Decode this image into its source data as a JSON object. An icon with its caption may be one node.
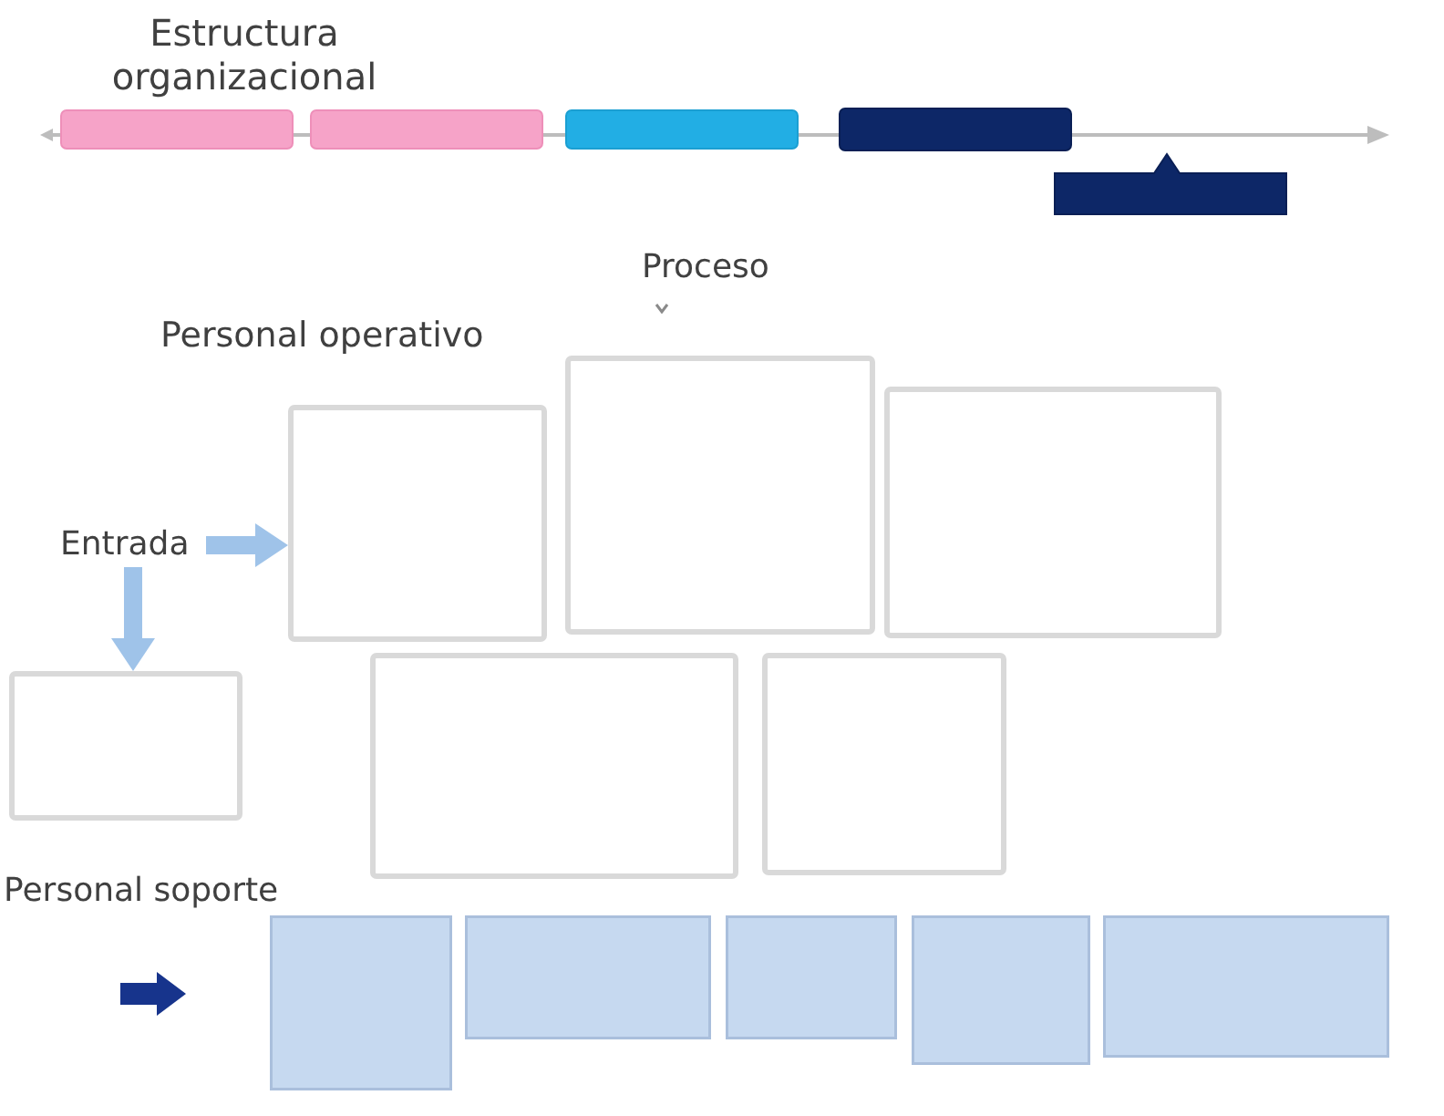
{
  "diagram": {
    "title": "Estructura organizacional",
    "nodes": [
      {
        "text": [],
        "shape": "box"
      },
      {
        "text": [],
        "shape": "box"
      },
      {
        "text": [],
        "shape": "box"
      },
      {
        "text": [],
        "shape": "box"
      },
      {
        "text": [],
        "shape": "box"
      },
      {
        "text": [],
        "shape": "box"
      },
      {
        "text": [],
        "shape": "box"
      },
      {
        "text": [],
        "shape": "box"
      },
      {
        "text": [
          "Entrada"
        ]
      },
      {
        "text": [],
        "shape": "box"
      },
      {
        "text": [],
        "shape": "box"
      },
      {
        "text": [],
        "shape": "box"
      },
      {
        "text": [],
        "shape": "box"
      },
      {
        "text": [],
        "shape": "box"
      },
      {
        "text": [],
        "shape": "box"
      },
      {
        "text": [],
        "shape": "box"
      },
      {
        "text": [],
        "shape": "box"
      }
    ],
    "edges": [
      {
        "from": 8,
        "to": 5,
        "arrow": "to"
      },
      {
        "from": 8,
        "to": 9,
        "arrow": "to"
      }
    ],
    "labels": [
      "Proceso",
      "Personal operativo",
      "Personal soporte"
    ]
  }
}
